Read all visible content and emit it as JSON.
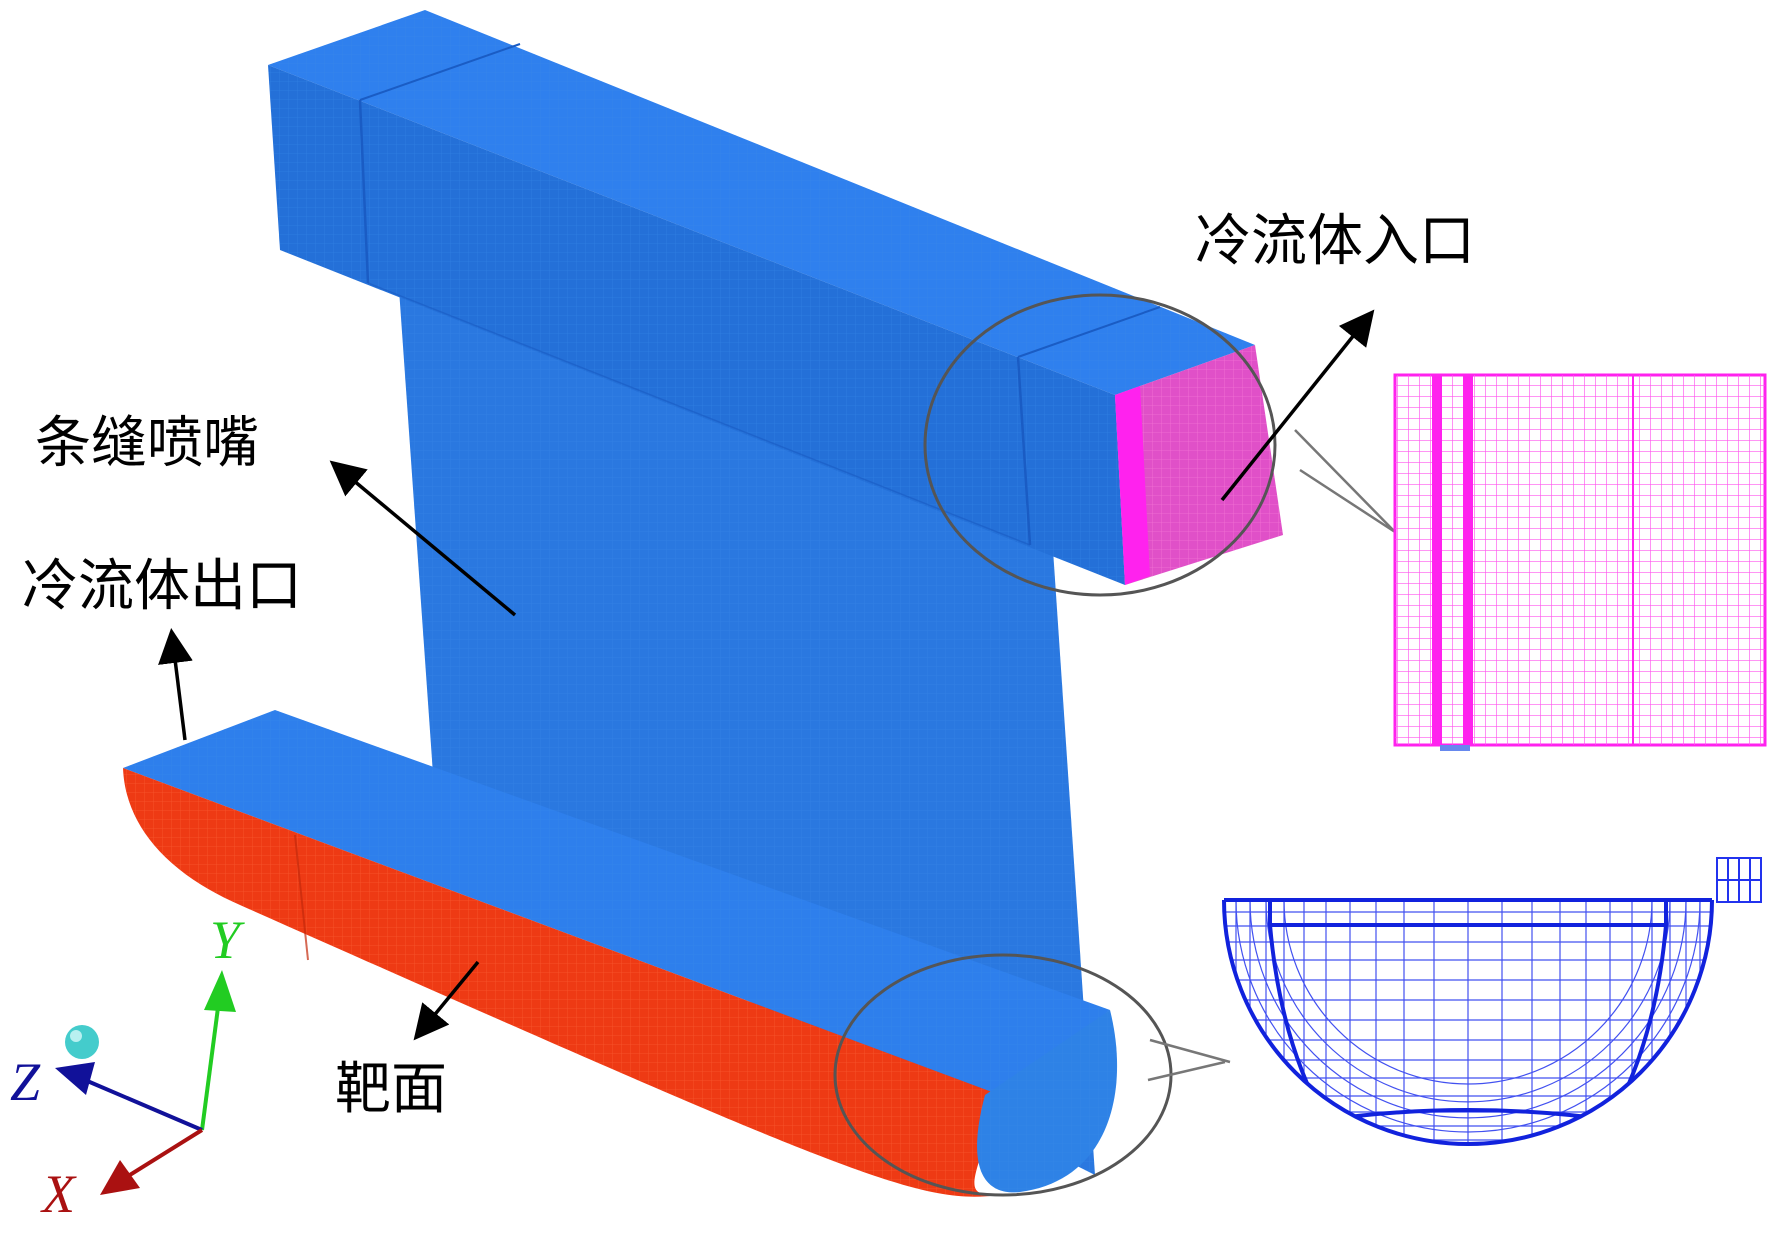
{
  "labels": {
    "inlet": "冷流体入口",
    "nozzle": "条缝喷嘴",
    "outlet": "冷流体出口",
    "target": "靶面"
  },
  "axes": {
    "x": "X",
    "y": "Y",
    "z": "Z"
  },
  "colors": {
    "mesh_body": "#2277ee",
    "target_surface": "#ee3311",
    "inlet_face": "#ee55cc",
    "inlet_mesh": "#ff33ee",
    "outlet_mesh": "#1122ee",
    "axis_x": "#aa1111",
    "axis_y": "#22cc22",
    "axis_z": "#111199",
    "origin_marker": "#44cccc"
  }
}
